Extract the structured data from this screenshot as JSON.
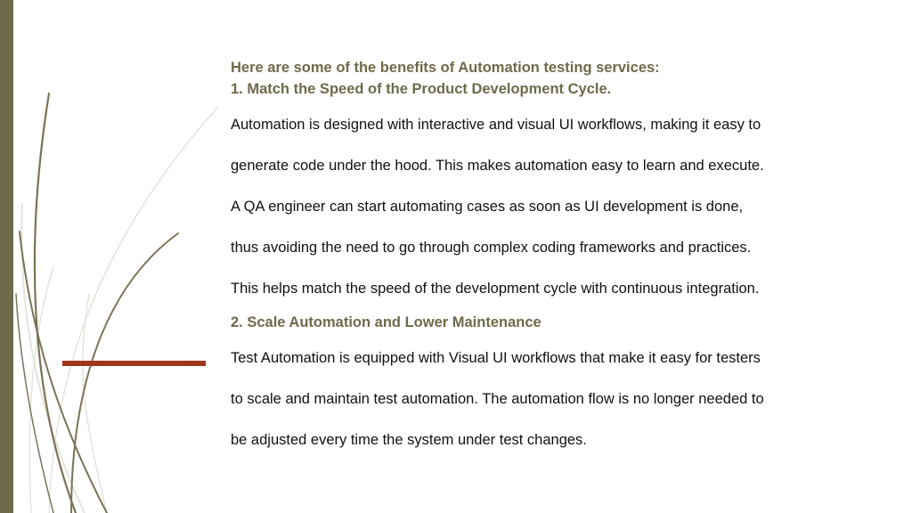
{
  "colors": {
    "accent_olive": "#6e6a4a",
    "accent_red": "#a0361e",
    "text": "#111111",
    "grass_light": "#e4e4de",
    "grass_dark": "#7a7456"
  },
  "slide": {
    "heading_intro": "Here are some of the benefits of Automation testing services:",
    "section1_title": "1. Match the Speed of the Product Development Cycle.",
    "section1_lines": [
      "Automation is designed with interactive and visual UI workflows, making it easy to",
      "generate code under the hood. This makes automation easy to learn and execute.",
      "A QA engineer can start automating cases as soon as UI development is done,",
      "thus avoiding the need to go through complex coding frameworks and practices.",
      "This helps match the speed of the development cycle with continuous integration."
    ],
    "section2_title": "2. Scale Automation and Lower Maintenance",
    "section2_lines": [
      "Test Automation is equipped with Visual UI workflows that make it easy for testers",
      "to scale and maintain test automation. The automation flow is no longer needed to",
      "be adjusted every time the system under test changes."
    ]
  }
}
